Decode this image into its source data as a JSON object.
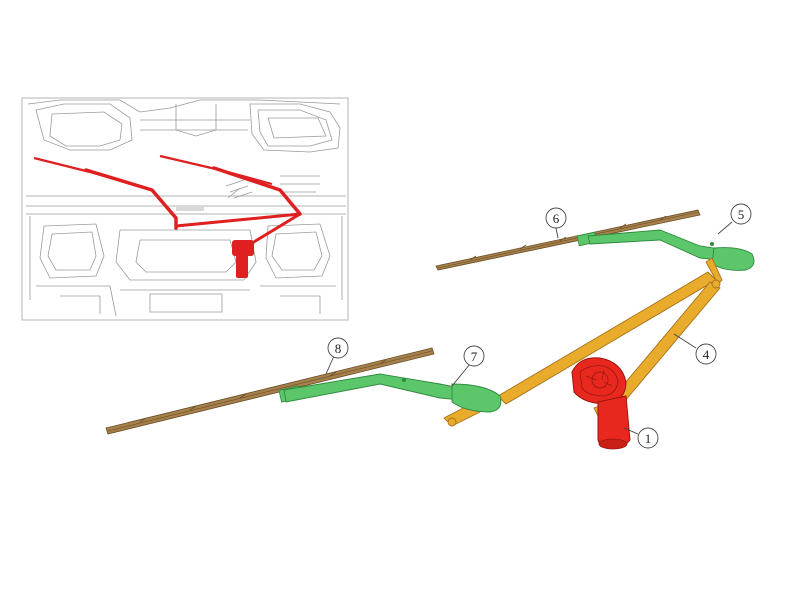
{
  "colors": {
    "motor": "#e8281f",
    "motor_dark": "#9e1510",
    "linkage": "#e8ab2c",
    "linkage_dark": "#a6721a",
    "arm": "#5cc66b",
    "arm_dark": "#2f8a3d",
    "blade": "#a6804a",
    "blade_dark": "#6a4e28",
    "inset_lines": "#9a9a9a",
    "inset_highlight": "#e02020",
    "callout": "#444444"
  },
  "callouts": [
    {
      "id": "1",
      "label": "1",
      "part": "wiper-motor"
    },
    {
      "id": "4",
      "label": "4",
      "part": "linkage-rod-short"
    },
    {
      "id": "5",
      "label": "5",
      "part": "right-wiper-arm"
    },
    {
      "id": "6",
      "label": "6",
      "part": "right-wiper-blade"
    },
    {
      "id": "7",
      "label": "7",
      "part": "left-wiper-arm"
    },
    {
      "id": "8",
      "label": "8",
      "part": "left-wiper-blade"
    }
  ]
}
